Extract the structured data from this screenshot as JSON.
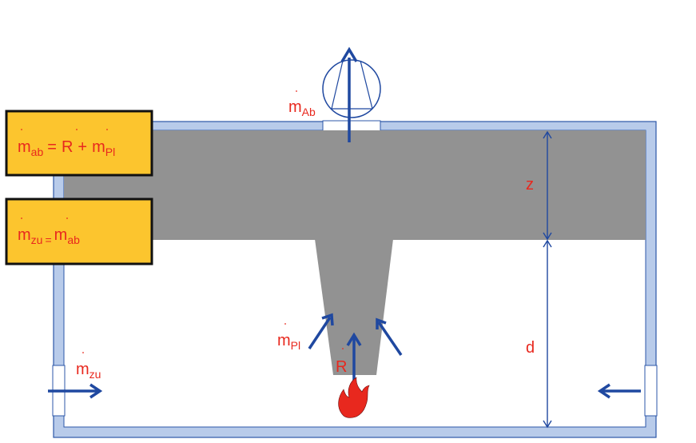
{
  "colors": {
    "wall": "#b8cbea",
    "wall_stroke": "#2c57a8",
    "smoke": "#929292",
    "arrow": "#1f48a0",
    "label": "#e8281e",
    "box_fill": "#fcc52e",
    "box_stroke": "#111111",
    "fire": "#e8281e"
  },
  "labels": {
    "m_Ab": {
      "base": "m",
      "sub": "Ab"
    },
    "z": "z",
    "d": "d",
    "m_Pl": {
      "base": "m",
      "sub": "Pl"
    },
    "R": "R",
    "m_zu": {
      "base": "m",
      "sub": "zu"
    }
  },
  "boxes": {
    "eq1": {
      "m": "m",
      "ab": "ab",
      "eq": "=",
      "R": "R",
      "plus": "+",
      "m2": "m",
      "pl": "Pl"
    },
    "eq2": {
      "m": "m",
      "zu": "zu",
      "eq": "=",
      "m2": "m",
      "ab": "ab"
    }
  },
  "icons": {
    "fan": "exhaust-fan-icon",
    "fire": "fire-icon"
  }
}
